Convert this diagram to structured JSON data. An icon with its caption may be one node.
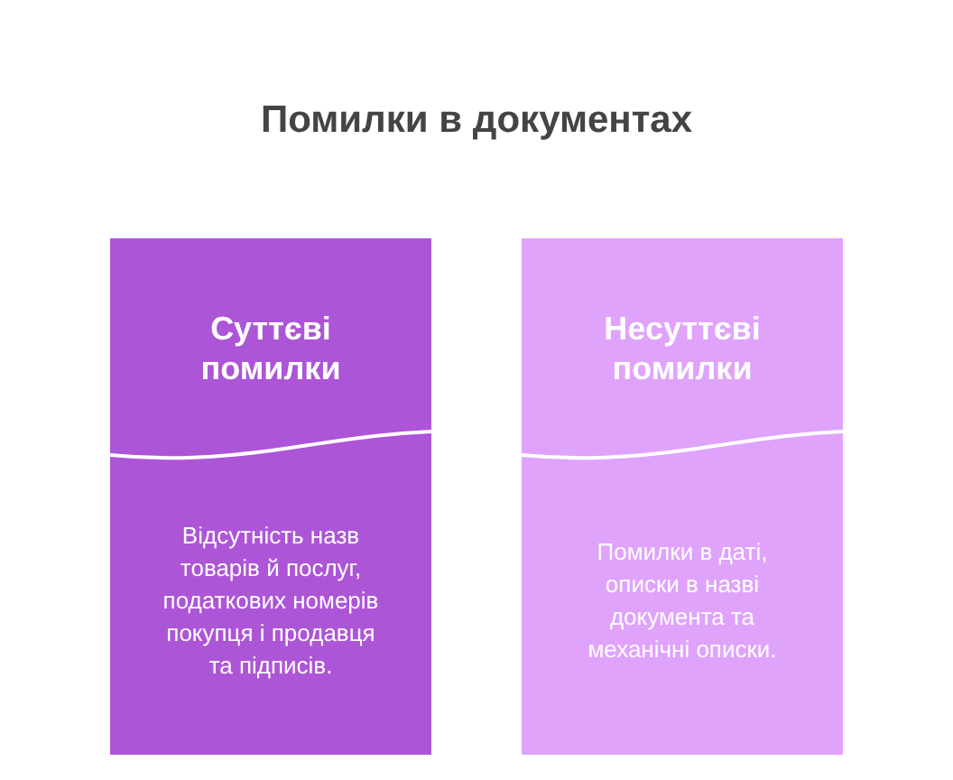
{
  "diagram": {
    "title": "Помилки в документах",
    "nodes": [
      {
        "text": [
          "Суттєві помилки",
          "Відсутність назв товарів й послуг, податкових номерів покупця і продавця та підписів."
        ]
      },
      {
        "text": [
          "Несуттєві помилки",
          "Помилки в даті, описки в назві документа та механічні описки."
        ]
      }
    ]
  }
}
